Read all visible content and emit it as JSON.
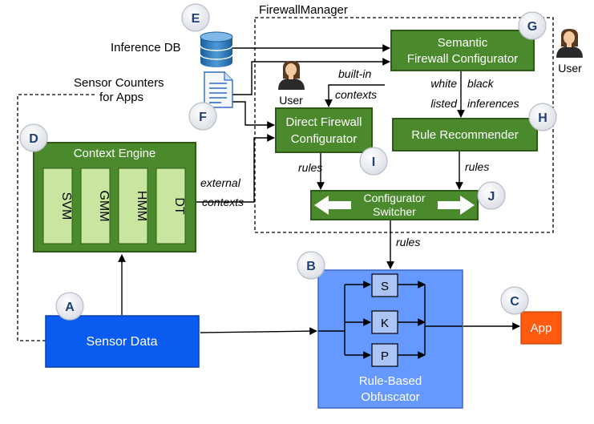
{
  "firewall_manager": {
    "label": "FirewallManager"
  },
  "inference_db": {
    "label": "Inference DB"
  },
  "sensor_counters": {
    "line1": "Sensor Counters",
    "line2": "for Apps"
  },
  "semantic_configurator": {
    "line1": "Semantic",
    "line2": "Firewall Configurator"
  },
  "direct_configurator": {
    "line1": "Direct Firewall",
    "line2": "Configurator"
  },
  "rule_recommender": {
    "label": "Rule Recommender"
  },
  "configurator_switcher": {
    "line1": "Configurator",
    "line2": "Switcher"
  },
  "context_engine": {
    "title": "Context Engine",
    "classifiers": [
      "SVM",
      "GMM",
      "HMM",
      "DT"
    ]
  },
  "sensor_data": {
    "label": "Sensor Data"
  },
  "obfuscator": {
    "line1": "Rule-Based",
    "line2": "Obfuscator",
    "ops": [
      "S",
      "K",
      "P"
    ]
  },
  "app": {
    "label": "App"
  },
  "users": {
    "left": "User",
    "right": "User"
  },
  "edge_labels": {
    "built_in_1": "built-in",
    "built_in_2": "contexts",
    "white_1": "white",
    "white_2": "listed",
    "black_1": "black",
    "black_2": "inferences",
    "external_1": "external",
    "external_2": "contexts",
    "rules_direct": "rules",
    "rules_recommender": "rules",
    "rules_switcher": "rules"
  },
  "badges": [
    "A",
    "B",
    "C",
    "D",
    "E",
    "F",
    "G",
    "H",
    "I",
    "J"
  ],
  "colors": {
    "green_fill": "#4a8a2c",
    "green_border": "#2e5a18",
    "light_green": "#c8e6a0",
    "blue_fill": "#0a5cf0",
    "obfuscator_fill": "#6699ff",
    "op_fill": "#a9c4f5",
    "app_fill": "#ff5a10",
    "badge_text": "#1f3f7a"
  }
}
